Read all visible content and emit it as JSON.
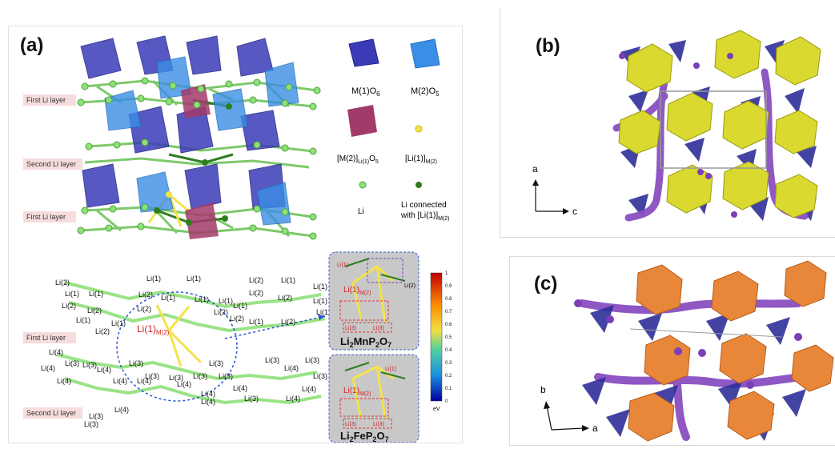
{
  "panel_a": {
    "label": "(a)",
    "layers_top": [
      "First Li layer",
      "Second Li layer",
      "First Li layer"
    ],
    "layers_bottom": [
      "First Li layer",
      "Second Li layer"
    ],
    "legend": {
      "m1": {
        "main": "M(1)O",
        "sub": "6"
      },
      "m2": {
        "main": "M(2)O",
        "sub": "5"
      },
      "m2li1": {
        "p1": "[M(2)]",
        "s1": "Li(1)",
        "p2": "O",
        "s2": "5"
      },
      "li1m2": {
        "p1": "[Li(1)]",
        "s1": "M(2)"
      },
      "li": "Li",
      "li_connected": {
        "line1": "Li connected",
        "line2_main": "with [Li(1)]",
        "line2_sub": "M(2)"
      }
    },
    "network_top": [
      "Li(2)",
      "Li(1)",
      "Li(1)",
      "Li(2)",
      "Li(2)",
      "Li(1)",
      "Li(2)",
      "Li(1)",
      "Li(1)",
      "Li(2)",
      "Li(1)",
      "Li(2)",
      "Li(1)",
      "Li(1)",
      "Li(2)",
      "Li(1)",
      "Li(2)",
      "Li(1)",
      "Li(2)",
      "Li(1)",
      "Li(1)",
      "Li(2)",
      "Li(2)",
      "Li(1)",
      "Li(1)",
      "Li(2)",
      "Li(1)"
    ],
    "network_bottom": [
      "Li(4)",
      "Li(3)",
      "Li(4)",
      "Li(3)",
      "Li(4)",
      "Li(4)",
      "Li(4)",
      "Li(3)",
      "Li(4)",
      "Li(3)",
      "Li(3)",
      "Li(4)",
      "Li(3)",
      "Li(4)",
      "Li(3)",
      "Li(3)",
      "Li(4)",
      "Li(4)",
      "Li(3)",
      "Li(3)",
      "Li(4)",
      "Li(4)",
      "Li(3)",
      "Li(3)",
      "Li(4)",
      "Li(3)",
      "Li(4)",
      "Li(3)"
    ],
    "center_label": {
      "main": "Li(1)",
      "sub": "M(2)"
    },
    "inset_top": {
      "formula": [
        "Li",
        "2",
        "MnP",
        "2",
        "O",
        "7"
      ],
      "label": {
        "main": "Li(1)",
        "sub": "M(2)"
      },
      "labels": [
        "Li(2)",
        "Li(3)",
        "Li(1)",
        "Li(3)"
      ]
    },
    "inset_bottom": {
      "formula": [
        "Li",
        "2",
        "FeP",
        "2",
        "O",
        "7"
      ],
      "label": {
        "main": "Li(1)",
        "sub": "M(2)"
      },
      "labels": [
        "Li(1)",
        "Li(3)",
        "Li(3)"
      ]
    },
    "colorbar": {
      "ticks": [
        "1",
        "0.9",
        "0.8",
        "0.7",
        "0.6",
        "0.5",
        "0.4",
        "0.3",
        "0.2",
        "0.1",
        "0"
      ],
      "unit": "eV"
    }
  },
  "panel_b": {
    "label": "(b)",
    "axis_v": "a",
    "axis_h": "c"
  },
  "panel_c": {
    "label": "(c)",
    "axis_v": "b",
    "axis_h": "a"
  },
  "colors": {
    "m1": "#3b3bb8",
    "m2": "#3a8ee6",
    "m2li1": "#a23a6a",
    "li": "#8fe07a",
    "li_connected": "#2e7d1e",
    "li1m2": "#f3e34a",
    "b_poly": "#d9d930",
    "c_poly": "#e8873a",
    "tet": "#2f2f9a",
    "path": "#8a4fc0"
  }
}
